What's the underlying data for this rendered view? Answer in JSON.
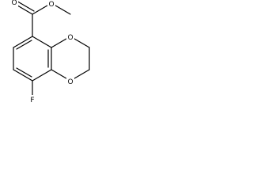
{
  "molecule": {
    "labels": {
      "carbonyl_oxygen": "O",
      "ester_oxygen": "O",
      "ring_oxygen_top": "O",
      "ring_oxygen_bottom": "O",
      "fluorine": "F"
    }
  },
  "colors": {
    "bond": "#000000",
    "background": "#ffffff"
  }
}
